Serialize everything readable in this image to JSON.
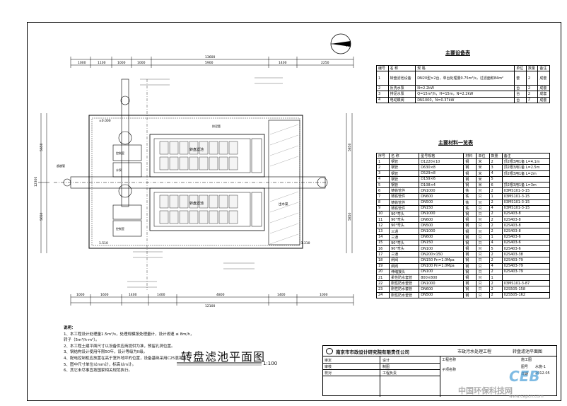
{
  "drawing": {
    "title": "转盘滤池平面图",
    "scale": "1:100",
    "north": "N",
    "notes_title": "说明：",
    "notes": [
      "1、本工程设计处理量1.5m³/s，处理规模按处理量计，设计滤速 ≤ 8m/h，",
      "   转子（5m³/h·m²）。",
      "2、本工程土建平面尺寸以设备供应商提供为准，预留孔洞位置。",
      "3、钢结构设计使用年限50年，设计等级为II级。",
      "4、配电控制柜应放置在高于室外地坪的位置，设备基础采用C25混凝土。",
      "5、图中尺寸单位以mm计，标高以m计。",
      "6、其它未尽事宜按国家相关规范执行。"
    ],
    "dims_top": [
      "1000",
      "1100",
      "1000",
      "1000",
      "5900",
      "1400",
      "2250"
    ],
    "dims_top_total": "13600",
    "dims_bottom": [
      "1000",
      "1600",
      "1400",
      "1400",
      "4800",
      "1400",
      "1000"
    ],
    "dims_bottom_total": "12100",
    "dims_left": [
      "5650",
      "5650"
    ],
    "dims_left_total": "12300",
    "dims_right": [
      "5850",
      "5850"
    ],
    "elevations": [
      "±0.000",
      "1.510",
      "-1.310"
    ],
    "labels": {
      "disc_filter_1": "转盘滤池",
      "disc_filter_2": "转盘滤池",
      "control_room": "控制室",
      "ctrl_room_2": "控制室",
      "pump": "水泵",
      "outlet": "出水渠",
      "drain": "排泥管",
      "bypass": "超越管"
    }
  },
  "equipment_table": {
    "title": "主要设备表",
    "headers": [
      "编号",
      "名 称",
      "规 格",
      "单位",
      "数量",
      "备注"
    ],
    "rows": [
      [
        "1",
        "转盘滤池设备",
        "DN20型×2台，单台处理量0.75m³/s，过滤面积84m²",
        "套",
        "2",
        "成套"
      ],
      [
        "2",
        "反洗水泵",
        "N=2.2kW",
        "台",
        "2",
        "成套"
      ],
      [
        "3",
        "排泥水泵",
        "Q=15m³/h，H=15m，N=2.2kW",
        "台",
        "2",
        "成套"
      ],
      [
        "4",
        "电动蝶阀",
        "DN1000，N=0.37kW",
        "台",
        "2",
        "成套"
      ]
    ]
  },
  "materials_table": {
    "title": "主要材料一览表",
    "headers": [
      "序号",
      "名 称",
      "型号规格",
      "材料",
      "单位",
      "数量",
      "备注"
    ],
    "rows": [
      [
        "1",
        "钢管",
        "D1220×10",
        "钢",
        "米",
        "2",
        "顶2根3用1备 L=4.1m"
      ],
      [
        "2",
        "钢管",
        "D630×8",
        "钢",
        "米",
        "3",
        "顶2根3用1备 L=2.5m"
      ],
      [
        "3",
        "钢管",
        "D529×8",
        "钢",
        "米",
        "4",
        "顶2根3用1备 L=2m"
      ],
      [
        "4",
        "钢管",
        "D159×6",
        "钢",
        "米",
        "5",
        ""
      ],
      [
        "5",
        "钢管",
        "D108×4",
        "钢",
        "米",
        "6",
        "顶2根3用1备 L=3m"
      ],
      [
        "6",
        "铸铁管件",
        "DN1000",
        "铁",
        "只",
        "2",
        "03MS101-3-15"
      ],
      [
        "7",
        "铸铁管件",
        "DN600",
        "铁",
        "只",
        "1",
        "03MS101-3-15"
      ],
      [
        "8",
        "铸铁管件",
        "DN500",
        "铁",
        "只",
        "2",
        "03MS101-3-15"
      ],
      [
        "9",
        "铸铁管件",
        "DN150",
        "铁",
        "只",
        "4",
        "03MS101-3-15"
      ],
      [
        "10",
        "90°弯头",
        "DN1000",
        "钢",
        "只",
        "2",
        "02S403-8"
      ],
      [
        "11",
        "90°弯头",
        "DN600",
        "钢",
        "只",
        "2",
        "02S403-8"
      ],
      [
        "12",
        "90°弯头",
        "DN500",
        "钢",
        "只",
        "2",
        "02S403-8"
      ],
      [
        "13",
        "三通",
        "DN1000",
        "钢",
        "只",
        "2",
        "02S403-8"
      ],
      [
        "14",
        "三通",
        "DN600",
        "钢",
        "只",
        "1",
        "02S403-6"
      ],
      [
        "15",
        "90°弯头",
        "DN150",
        "钢",
        "只",
        "4",
        "02S403-6"
      ],
      [
        "16",
        "90°弯头",
        "DN100",
        "钢",
        "只",
        "5",
        "02S403-6"
      ],
      [
        "17",
        "三通",
        "DN200×150",
        "钢",
        "只",
        "2",
        "02S403-38"
      ],
      [
        "18",
        "闸阀",
        "DN150 Pn=1.0Mpa",
        "钢",
        "只",
        "2",
        "02S403-79"
      ],
      [
        "19",
        "闸阀",
        "DN100 Pn=1.0Mpa",
        "钢",
        "只",
        "4",
        "02S403-79"
      ],
      [
        "20",
        "伸缩接头",
        "DN100",
        "钢",
        "只",
        "2",
        "02S403-79"
      ],
      [
        "21",
        "柔性防水套管",
        "800×800",
        "钢",
        "只",
        "1",
        ""
      ],
      [
        "22",
        "刚性防水套管",
        "DN1000",
        "钢",
        "只",
        "2",
        "03MS101-3-87"
      ],
      [
        "23",
        "刚性防水套管",
        "DN600",
        "钢",
        "只",
        "2",
        "02S505-158"
      ],
      [
        "24",
        "刚性防水套管",
        "DN500",
        "钢",
        "只",
        "2",
        "02S505-162"
      ]
    ]
  },
  "title_block": {
    "company": "南京市市政设计研究院有限责任公司",
    "project": "市政污水处理工程",
    "drawing_name": "转盘滤池平面图",
    "roles": [
      "审定",
      "审核",
      "校对",
      "设计",
      "制图",
      "工程负责"
    ],
    "project_label": "工程名称",
    "subitem": "子项名称",
    "stage": "施工图",
    "drawing_no_label": "图号",
    "drawing_no": "水施-1",
    "date_label": "日期",
    "date": "2012.05"
  },
  "watermark": {
    "logo": "CEB",
    "text": "中国环保科技网",
    "url": "www.cepcn.com"
  }
}
